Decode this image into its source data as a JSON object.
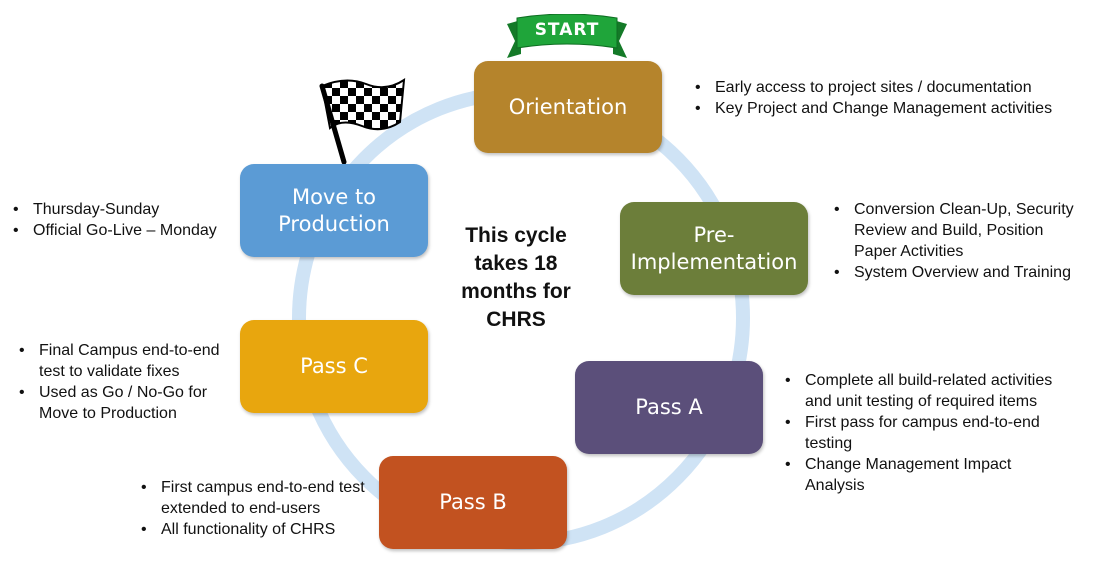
{
  "colors": {
    "ring": "#cfe3f5",
    "orientation": "#b5842c",
    "pre_implementation": "#6c7e3a",
    "pass_a": "#5b4f7a",
    "pass_b": "#c25220",
    "pass_c": "#e8a60e",
    "move_to_production": "#5b9bd5",
    "start_banner": "#1fa53a"
  },
  "start_label": "START",
  "center_text": "This cycle\ntakes 18\nmonths for\nCHRS",
  "phases": {
    "orientation": {
      "label": "Orientation",
      "notes": [
        "Early access to project sites / documentation",
        "Key Project and Change Management activities"
      ]
    },
    "pre_implementation": {
      "label": "Pre-\nImplementation",
      "notes": [
        "Conversion Clean-Up, Security Review and Build, Position Paper Activities",
        "System Overview and Training"
      ]
    },
    "pass_a": {
      "label": "Pass A",
      "notes": [
        "Complete all build-related activities and unit testing of required items",
        "First pass for campus end-to-end testing",
        "Change Management Impact Analysis"
      ]
    },
    "pass_b": {
      "label": "Pass B",
      "notes": [
        "First campus end-to-end test extended to end-users",
        "All functionality of CHRS"
      ]
    },
    "pass_c": {
      "label": "Pass C",
      "notes": [
        "Final Campus end-to-end test to validate fixes",
        "Used as Go / No-Go for Move to Production"
      ]
    },
    "move_to_production": {
      "label": "Move to\nProduction",
      "notes": [
        "Thursday-Sunday",
        "Official Go-Live – Monday"
      ]
    }
  },
  "icons": {
    "start": "start-banner-icon",
    "finish": "checkered-flag-icon"
  }
}
